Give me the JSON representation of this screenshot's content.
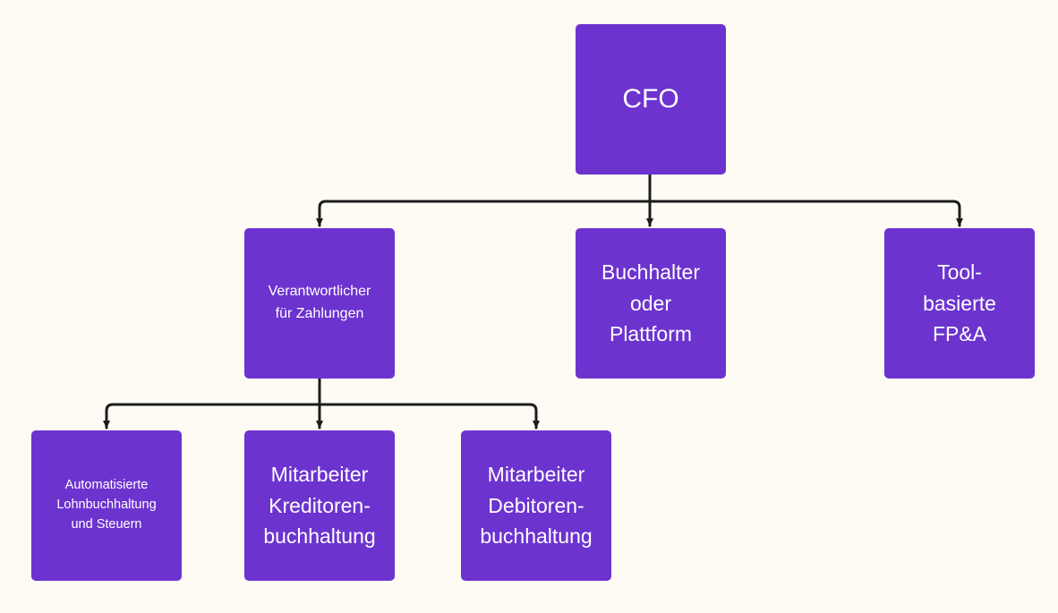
{
  "org_chart": {
    "root": {
      "label": "CFO"
    },
    "level2": [
      {
        "label": "Verantwortlicher\nfür Zahlungen"
      },
      {
        "label": "Buchhalter\noder\nPlattform"
      },
      {
        "label": "Tool-\nbasierte\nFP&A"
      }
    ],
    "level3": [
      {
        "label": "Automatisierte\nLohnbuchhaltung\nund Steuern"
      },
      {
        "label": "Mitarbeiter\nKreditoren-\nbuchhaltung"
      },
      {
        "label": "Mitarbeiter\nDebitoren-\nbuchhaltung"
      }
    ]
  },
  "colors": {
    "node_fill": "#6c33cf",
    "node_text": "#ffffff",
    "connector": "#1c1c1c",
    "background": "#fdfbf4"
  }
}
